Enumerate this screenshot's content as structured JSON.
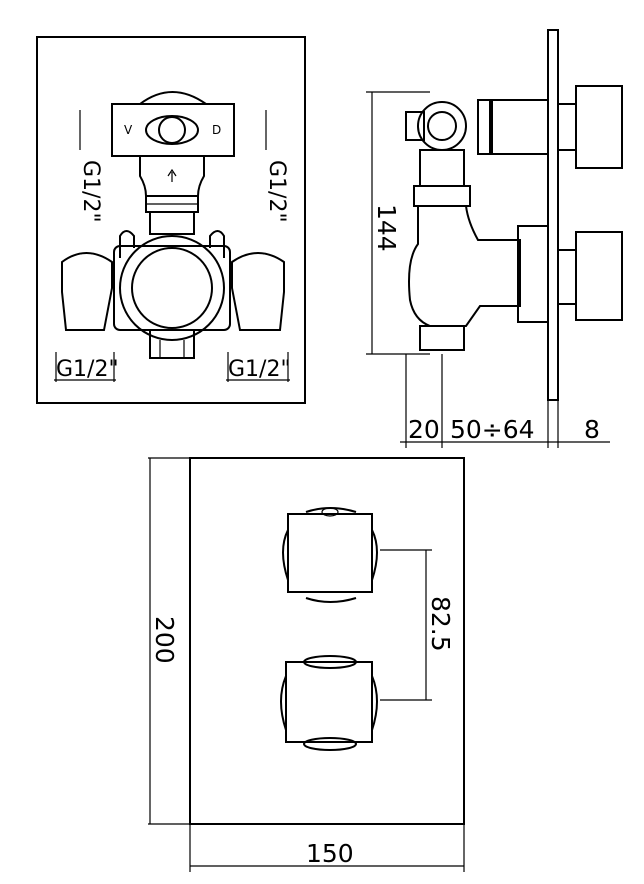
{
  "front_view": {
    "thread_left_vertical": "G1/2\"",
    "thread_right_vertical": "G1/2\"",
    "thread_bottom_left": "G1/2\"",
    "thread_bottom_right": "G1/2\"",
    "marker_left": "V",
    "marker_right": "D"
  },
  "side_view": {
    "height_dim": "144",
    "depth_dim_a": "20",
    "depth_dim_b": "50÷64",
    "depth_dim_c": "8"
  },
  "plate_view": {
    "height_dim": "200",
    "width_dim": "150",
    "spacing_dim": "82.5"
  }
}
